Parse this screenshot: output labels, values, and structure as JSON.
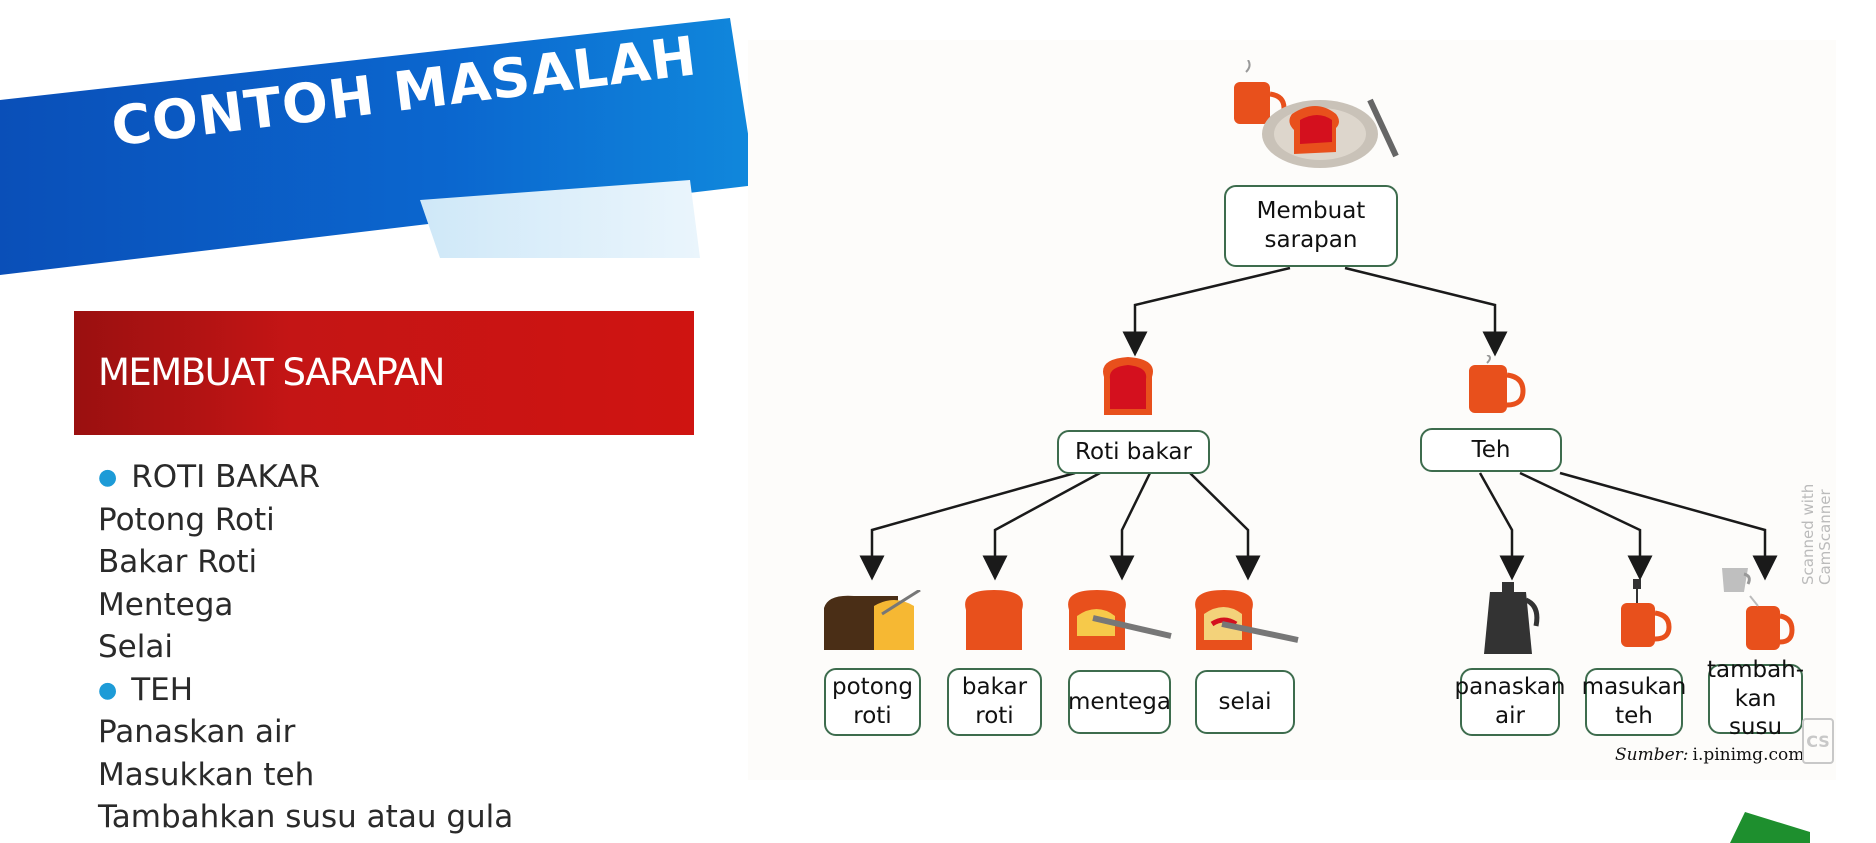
{
  "slide": {
    "banner_title": "CONTOH MASALAH",
    "section_title": "MEMBUAT SARAPAN",
    "list": [
      {
        "text": "ROTI BAKAR",
        "bullet": true
      },
      {
        "text": "Potong Roti",
        "bullet": false
      },
      {
        "text": "Bakar Roti",
        "bullet": false
      },
      {
        "text": "Mentega",
        "bullet": false
      },
      {
        "text": "Selai",
        "bullet": false
      },
      {
        "text": "TEH",
        "bullet": true
      },
      {
        "text": "Panaskan air",
        "bullet": false
      },
      {
        "text": "Masukkan teh",
        "bullet": false
      },
      {
        "text": "Tambahkan susu atau gula",
        "bullet": false
      }
    ]
  },
  "diagram": {
    "root": {
      "line1": "Membuat",
      "line2": "sarapan"
    },
    "branch_roti": "Roti bakar",
    "branch_teh": "Teh",
    "leaves": [
      {
        "line1": "potong",
        "line2": "roti"
      },
      {
        "line1": "bakar",
        "line2": "roti"
      },
      {
        "line1": "mentega",
        "line2": ""
      },
      {
        "line1": "selai",
        "line2": ""
      },
      {
        "line1": "panaskan",
        "line2": "air"
      },
      {
        "line1": "masukan",
        "line2": "teh"
      },
      {
        "line1": "tambah-",
        "line2": "kan susu"
      }
    ],
    "source_label": "Sumber:",
    "source_value": "i.pinimg.com"
  },
  "watermark": {
    "line1": "Scanned with",
    "line2": "CamScanner",
    "logo": "CS"
  },
  "colors": {
    "banner_blue": "#0a63c7",
    "red": "#c41515",
    "bullet_blue": "#1d9bd7",
    "node_border": "#3d6c4d",
    "corner_green": "#1e8f2e"
  },
  "icons": [
    "breakfast-plate-icon",
    "toast-icon",
    "tea-mug-icon",
    "bread-loaf-icon",
    "butter-knife-icon",
    "jam-knife-icon",
    "kettle-icon",
    "milk-jug-icon"
  ]
}
